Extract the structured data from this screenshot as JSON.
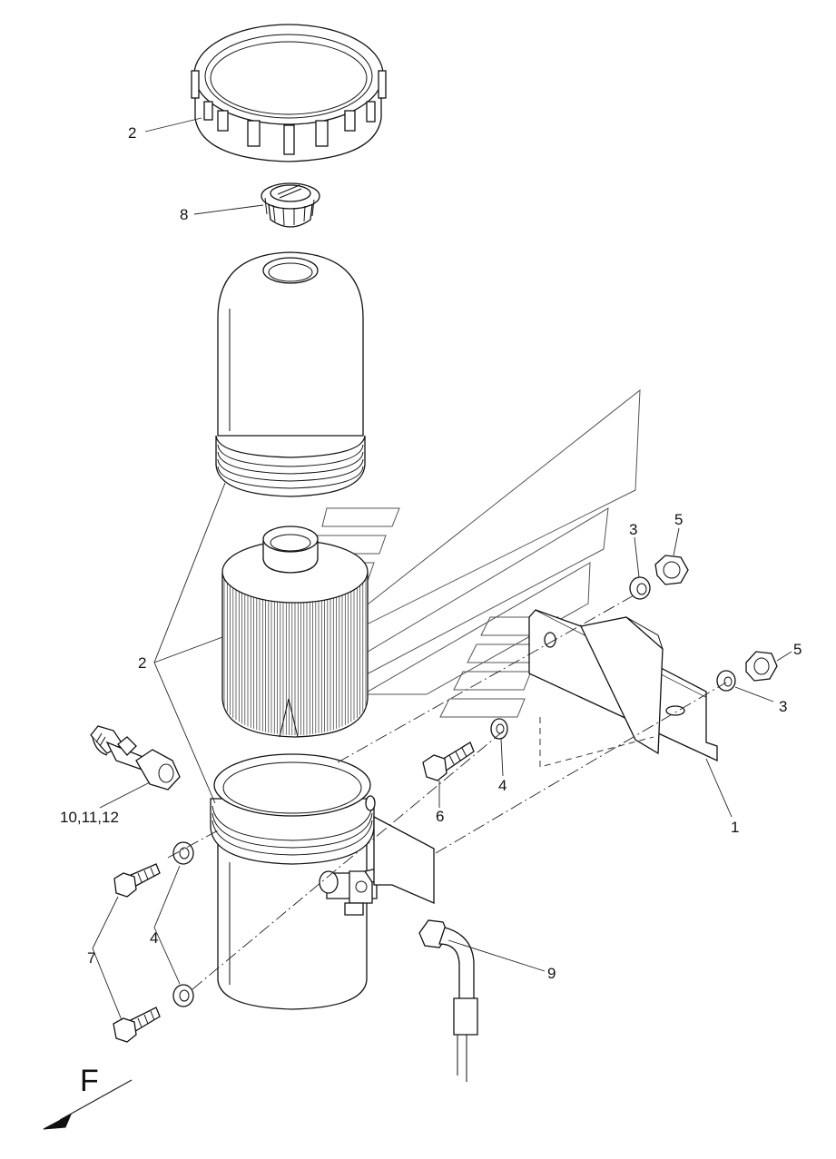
{
  "callouts": {
    "c2_ring": "2",
    "c8": "8",
    "c2_kit": "2",
    "c3_top": "3",
    "c5_top": "5",
    "c5_right": "5",
    "c3_right": "3",
    "c1": "1",
    "c4_mid": "4",
    "c6": "6",
    "c10": "10,11,12",
    "c4_left": "4",
    "c7": "7",
    "c9": "9"
  },
  "direction_label": "F",
  "colors": {
    "line": "#111111",
    "background": "#ffffff"
  }
}
